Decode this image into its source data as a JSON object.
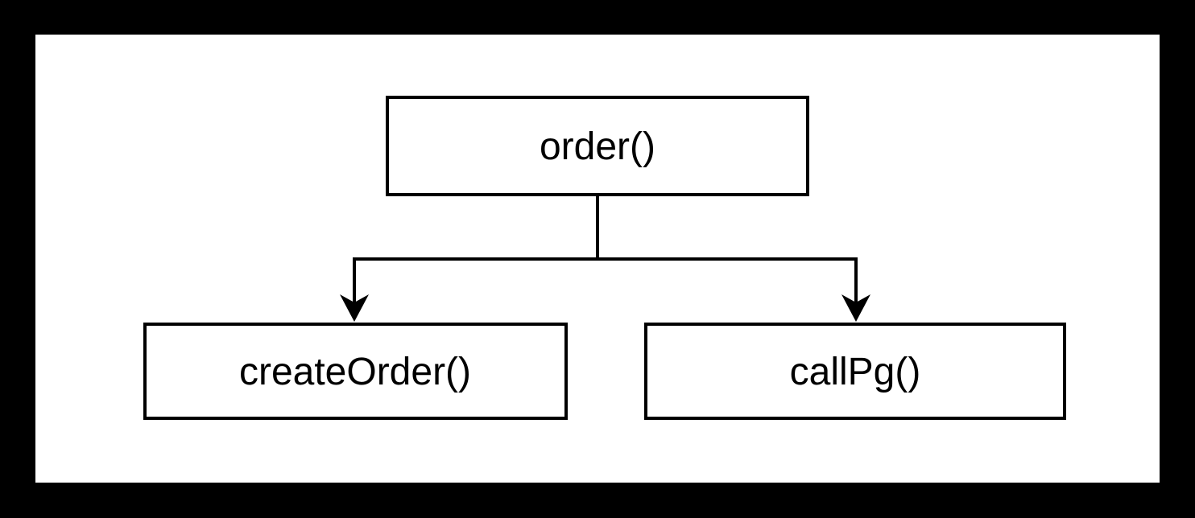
{
  "diagram": {
    "type": "flowchart",
    "colors": {
      "frame": "#000000",
      "canvas": "#ffffff",
      "stroke": "#000000",
      "text": "#000000"
    },
    "nodes": [
      {
        "id": "order",
        "label": "order()"
      },
      {
        "id": "createOrder",
        "label": "createOrder()"
      },
      {
        "id": "callPg",
        "label": "callPg()"
      }
    ],
    "edges": [
      {
        "from": "order",
        "to": "createOrder"
      },
      {
        "from": "order",
        "to": "callPg"
      }
    ]
  }
}
